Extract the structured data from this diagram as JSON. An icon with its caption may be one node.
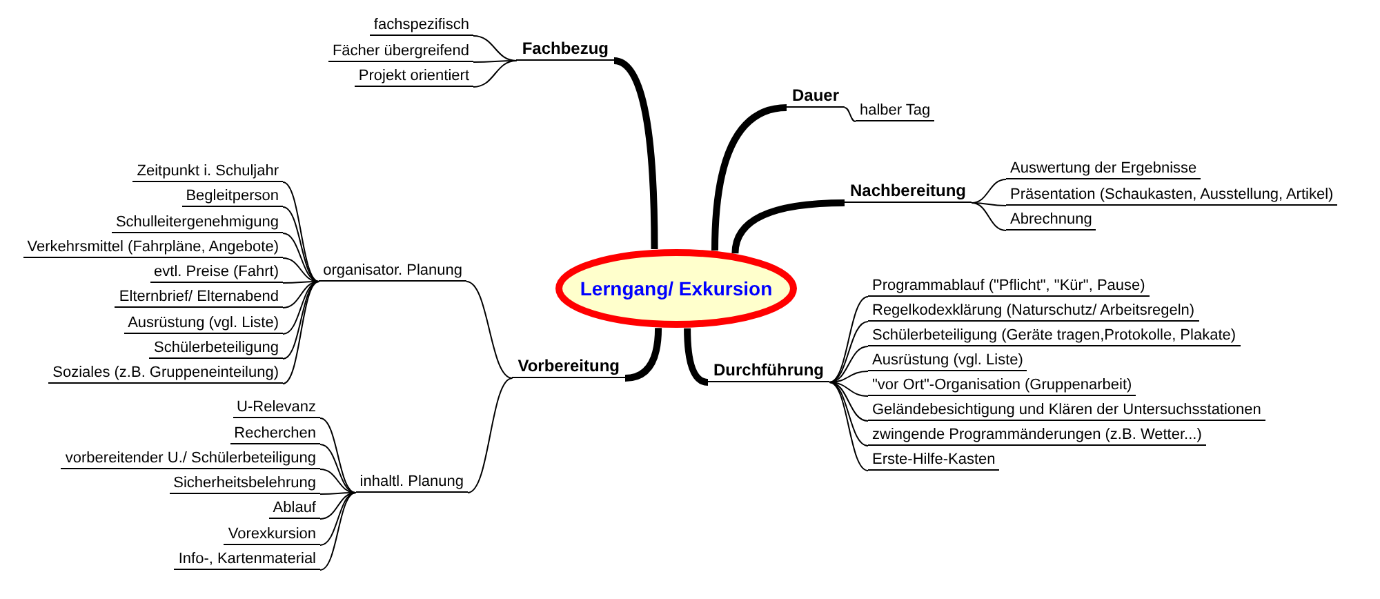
{
  "diagram": {
    "nodes": [
      {
        "text": [
          "Lerngang/ Exkursion"
        ]
      },
      {
        "text": [
          "Fachbezug"
        ]
      },
      {
        "text": [
          "fachspezifisch"
        ]
      },
      {
        "text": [
          "Fächer übergreifend"
        ]
      },
      {
        "text": [
          "Projekt orientiert"
        ]
      },
      {
        "text": [
          "Dauer"
        ]
      },
      {
        "text": [
          "halber Tag"
        ]
      },
      {
        "text": [
          "Nachbereitung"
        ]
      },
      {
        "text": [
          "Auswertung der Ergebnisse"
        ]
      },
      {
        "text": [
          "Präsentation (Schaukasten, Ausstellung, Artikel)"
        ]
      },
      {
        "text": [
          "Abrechnung"
        ]
      },
      {
        "text": [
          "Vorbereitung"
        ]
      },
      {
        "text": [
          "organisator. Planung"
        ]
      },
      {
        "text": [
          "Zeitpunkt i. Schuljahr"
        ]
      },
      {
        "text": [
          "Begleitperson"
        ]
      },
      {
        "text": [
          "Schulleitergenehmigung"
        ]
      },
      {
        "text": [
          "Verkehrsmittel (Fahrpläne, Angebote)"
        ]
      },
      {
        "text": [
          "evtl. Preise (Fahrt)"
        ]
      },
      {
        "text": [
          "Elternbrief/ Elternabend"
        ]
      },
      {
        "text": [
          "Ausrüstung (vgl. Liste)"
        ]
      },
      {
        "text": [
          "Schülerbeteiligung"
        ]
      },
      {
        "text": [
          "Soziales (z.B. Gruppeneinteilung)"
        ]
      },
      {
        "text": [
          "inhaltl. Planung"
        ]
      },
      {
        "text": [
          "U-Relevanz"
        ]
      },
      {
        "text": [
          "Recherchen"
        ]
      },
      {
        "text": [
          "vorbereitender U./ Schülerbeteiligung"
        ]
      },
      {
        "text": [
          "Sicherheitsbelehrung"
        ]
      },
      {
        "text": [
          "Ablauf"
        ]
      },
      {
        "text": [
          "Vorexkursion"
        ]
      },
      {
        "text": [
          "Info-, Kartenmaterial"
        ]
      },
      {
        "text": [
          "Durchführung"
        ]
      },
      {
        "text": [
          "Programmablauf (\"Pflicht\", \"Kür\", Pause)"
        ]
      },
      {
        "text": [
          "Regelkodexklärung (Naturschutz/ Arbeitsregeln)"
        ]
      },
      {
        "text": [
          "Schülerbeteiligung (Geräte tragen,Protokolle, Plakate)"
        ]
      },
      {
        "text": [
          "Ausrüstung (vgl. Liste)"
        ]
      },
      {
        "text": [
          "\"vor Ort\"-Organisation (Gruppenarbeit)"
        ]
      },
      {
        "text": [
          "Geländebesichtigung und Klären der Untersuchsstationen"
        ]
      },
      {
        "text": [
          "zwingende Programmänderungen (z.B. Wetter...)"
        ]
      },
      {
        "text": [
          "Erste-Hilfe-Kasten"
        ]
      }
    ],
    "edges": [
      {
        "from": 0,
        "to": 1,
        "arrow": "none",
        "style": "thick"
      },
      {
        "from": 0,
        "to": 5,
        "arrow": "none",
        "style": "thick"
      },
      {
        "from": 0,
        "to": 7,
        "arrow": "none",
        "style": "thick"
      },
      {
        "from": 0,
        "to": 11,
        "arrow": "none",
        "style": "thick"
      },
      {
        "from": 0,
        "to": 30,
        "arrow": "none",
        "style": "thick"
      },
      {
        "from": 1,
        "to": 2,
        "arrow": "none"
      },
      {
        "from": 1,
        "to": 3,
        "arrow": "none"
      },
      {
        "from": 1,
        "to": 4,
        "arrow": "none"
      },
      {
        "from": 5,
        "to": 6,
        "arrow": "none"
      },
      {
        "from": 7,
        "to": 8,
        "arrow": "none"
      },
      {
        "from": 7,
        "to": 9,
        "arrow": "none"
      },
      {
        "from": 7,
        "to": 10,
        "arrow": "none"
      },
      {
        "from": 11,
        "to": 12,
        "arrow": "none"
      },
      {
        "from": 11,
        "to": 22,
        "arrow": "none"
      },
      {
        "from": 12,
        "to": 13,
        "arrow": "none"
      },
      {
        "from": 12,
        "to": 14,
        "arrow": "none"
      },
      {
        "from": 12,
        "to": 15,
        "arrow": "none"
      },
      {
        "from": 12,
        "to": 16,
        "arrow": "none"
      },
      {
        "from": 12,
        "to": 17,
        "arrow": "none"
      },
      {
        "from": 12,
        "to": 18,
        "arrow": "none"
      },
      {
        "from": 12,
        "to": 19,
        "arrow": "none"
      },
      {
        "from": 12,
        "to": 20,
        "arrow": "none"
      },
      {
        "from": 12,
        "to": 21,
        "arrow": "none"
      },
      {
        "from": 22,
        "to": 23,
        "arrow": "none"
      },
      {
        "from": 22,
        "to": 24,
        "arrow": "none"
      },
      {
        "from": 22,
        "to": 25,
        "arrow": "none"
      },
      {
        "from": 22,
        "to": 26,
        "arrow": "none"
      },
      {
        "from": 22,
        "to": 27,
        "arrow": "none"
      },
      {
        "from": 22,
        "to": 28,
        "arrow": "none"
      },
      {
        "from": 22,
        "to": 29,
        "arrow": "none"
      },
      {
        "from": 30,
        "to": 31,
        "arrow": "none"
      },
      {
        "from": 30,
        "to": 32,
        "arrow": "none"
      },
      {
        "from": 30,
        "to": 33,
        "arrow": "none"
      },
      {
        "from": 30,
        "to": 34,
        "arrow": "none"
      },
      {
        "from": 30,
        "to": 35,
        "arrow": "none"
      },
      {
        "from": 30,
        "to": 36,
        "arrow": "none"
      },
      {
        "from": 30,
        "to": 37,
        "arrow": "none"
      },
      {
        "from": 30,
        "to": 38,
        "arrow": "none"
      }
    ]
  }
}
